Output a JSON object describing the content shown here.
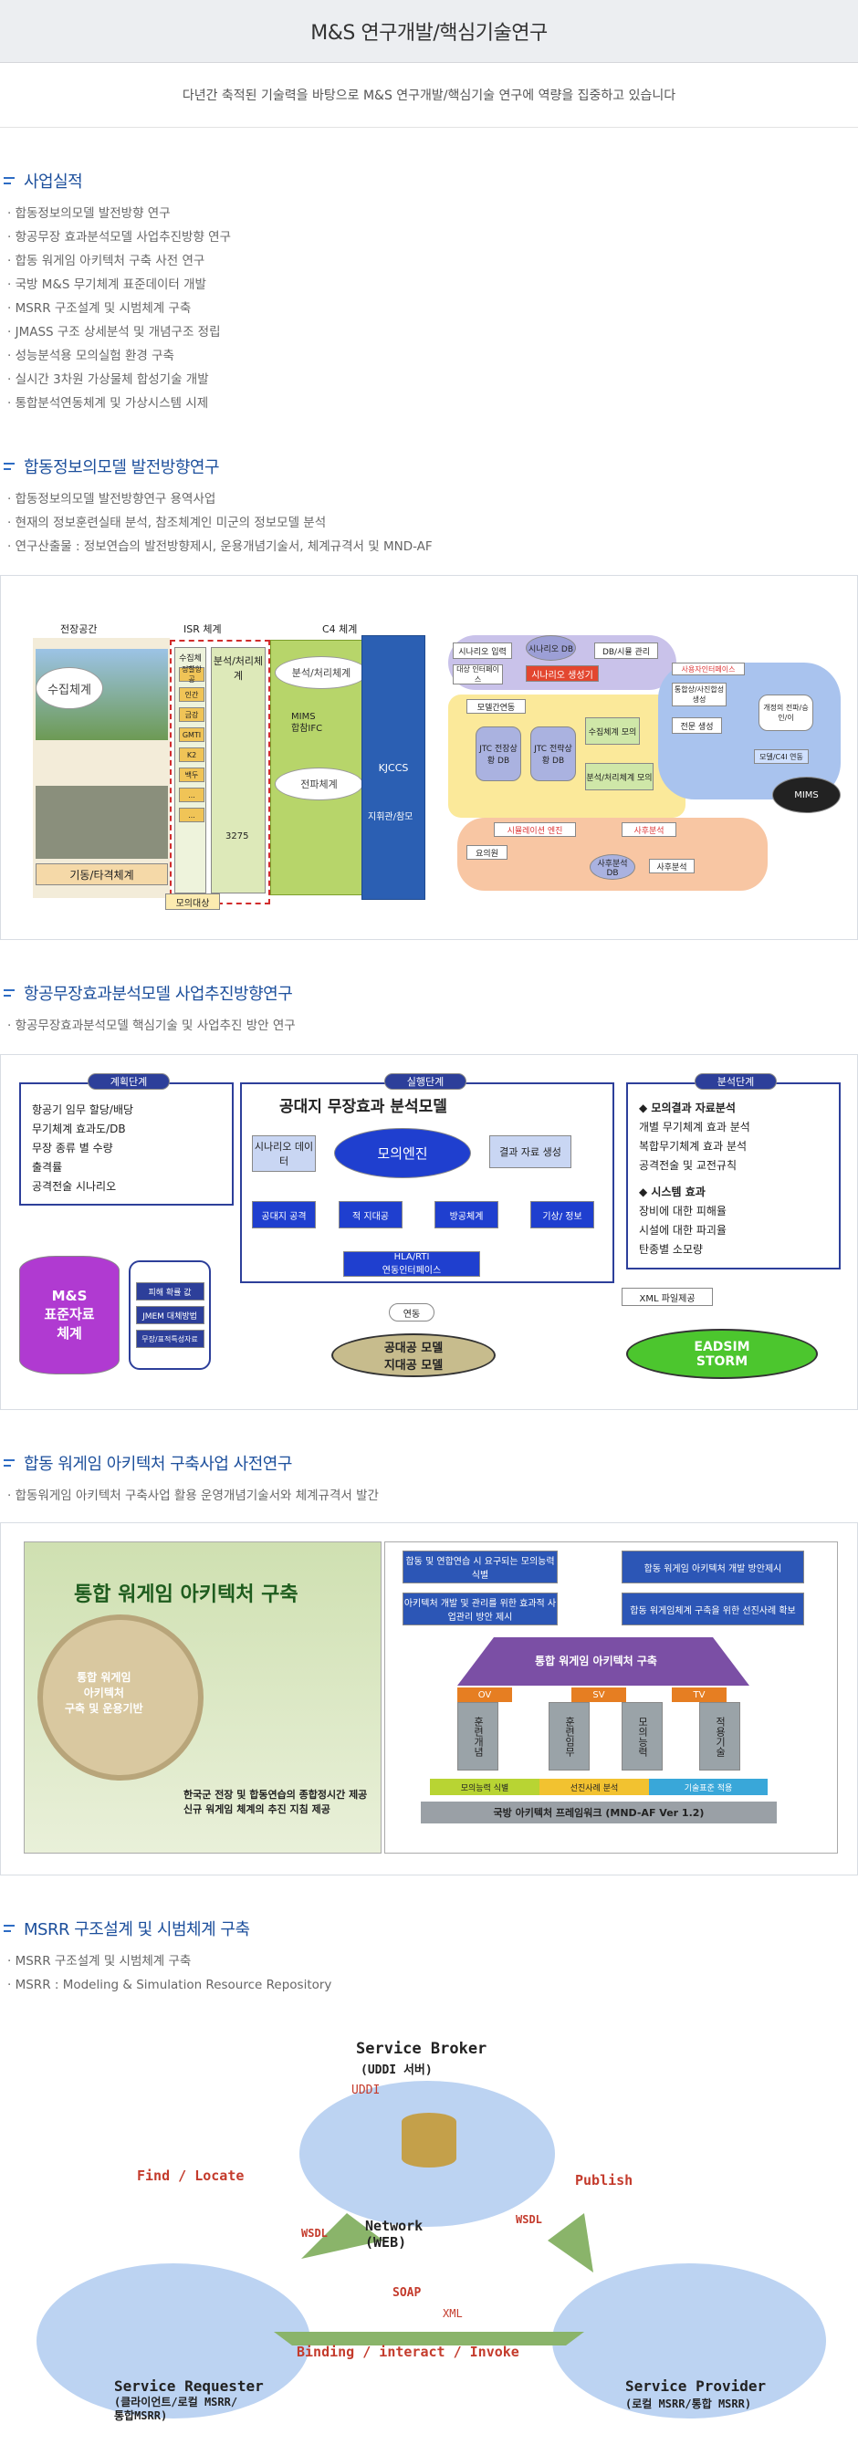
{
  "header": {
    "title": "M&S 연구개발/핵심기술연구"
  },
  "subtitle": "다년간 축적된 기술력을 바탕으로 M&S 연구개발/핵심기술 연구에 역량을 집중하고 있습니다",
  "sections": {
    "s1": {
      "title": "사업실적",
      "items": [
        "합동정보의모델 발전방향 연구",
        "항공무장 효과분석모델 사업추진방향 연구",
        "합동 워게임 아키텍처 구축 사전 연구",
        "국방 M&S 무기체계 표준데이터 개발",
        "MSRR 구조설계 및 시범체계 구축",
        "JMASS 구조 상세분석 및 개념구조 정립",
        "성능분석용 모의실험 환경 구축",
        "실시간 3차원 가상물체 합성기술 개발",
        "통합분석연동체계 및 가상시스템 시제"
      ]
    },
    "s2": {
      "title": "합동정보의모델 발전방향연구",
      "items": [
        "합동정보의모델 발전방향연구 용역사업",
        "현재의 정보훈련실태 분석, 참조체계인 미군의 정보모델 분석",
        "연구산출물 : 정보연습의 발전방향제시, 운용개념기술서, 체계규격서 및 MND-AF"
      ],
      "figure": {
        "col_labels": [
          "전장공간",
          "ISR 체계",
          "C4 체계"
        ],
        "collect": "수집체계",
        "collect_sys": "수집체계",
        "analysis": "분석/처리체계",
        "mims": "MIMS\n합참IFC",
        "spread": "전파체계",
        "kjccs": "KJCCS",
        "weapon": "기동/타격체계",
        "commander": "지휘관/참모",
        "mock_target": "모의대상",
        "isr_items": [
          "정찰항공",
          "인간",
          "금강",
          "GMTI",
          "K2",
          "백두",
          "...",
          "..."
        ],
        "model_3275": "3275",
        "right": {
          "scenario_input": "시나리오 입력",
          "scenario_db": "시나리오 DB",
          "db_manage": "DB/시뮬 관리",
          "target_interface": "대상 인터페이스",
          "scenario_gen": "시나리오 생성기",
          "user_interface": "사용자인터페이스",
          "model": "모델간연동",
          "jtc": [
            "JTC 전장상황 DB",
            "JTC 전략상황 DB"
          ],
          "collect_model": "수집체계 모의",
          "analysis_model": "분석/처리체계 모의",
          "general": "통합상/사진합성 생성",
          "intel_gen": "전문 생성",
          "spread_sim": "개정의 전파/승인/이",
          "c4_link": "모델/C4I 연동",
          "mims": "MIMS",
          "sim_engine": "시뮬레이션 엔진",
          "post": "사후분석",
          "rule_db": "요의원",
          "post_db": "사후분석 DB",
          "post_view": "사후분석"
        }
      }
    },
    "s3": {
      "title": "항공무장효과분석모델 사업추진방향연구",
      "items": [
        "항공무장효과분석모델 핵심기술 및 사업추진 방안 연구"
      ],
      "figure": {
        "plan_title": "계획단계",
        "plan_items": [
          "항공기 임무 할당/배당",
          "무기체계 효과도/DB",
          "무장 종류 별 수량",
          "출격률",
          "공격전술 시나리오"
        ],
        "exec_title": "실행단계",
        "exec_main": "공대지 무장효과 분석모델",
        "scenario_data": "시나리오 데이터",
        "sim_engine": "모의엔진",
        "result_data": "결과 자료 생성",
        "modules": [
          "공대지 공격",
          "적 지대공",
          "방공체계",
          "기상/ 정보"
        ],
        "hla": "HLA/RTI\n연동인터페이스",
        "link": "연동",
        "ext_model": "공대공 모델\n지대공 모델",
        "analysis_title": "분석단계",
        "analysis_h1": "◆ 모의결과 자료분석",
        "analysis_i1": [
          "개별 무기체계 효과 분석",
          "복합무기체계 효과 분석",
          "공격전술 및 교전규칙"
        ],
        "analysis_h2": "◆ 시스템 효과",
        "analysis_i2": [
          "장비에 대한 피해율",
          "시설에 대한 파괴율",
          "탄종별 소모량"
        ],
        "db": "M&S\n표준자료\n체계",
        "jmem_top": "피해 확률 값",
        "jmem": "JMEM 대체방법",
        "jmem_bottom": "무장/표적특성자료",
        "xml": "XML 파일제공",
        "eadsim": "EADSIM\nSTORM"
      }
    },
    "s4": {
      "title": "합동 워게임 아키텍처 구축사업 사전연구",
      "items": [
        "합동워게임 아키텍처 구축사업 활용 운영개념기술서와 체계규격서 발간"
      ],
      "figure": {
        "left_title": "통합 워게임 아키텍처 구축",
        "left_caption": "한국군 전장 및 합동연습의 종합정시간 제공\n신규 워게임 체계의 추진 지침 제공",
        "clock_text": "통합 워게임\n아키텍처\n구축 및 운용기반",
        "top_boxes": [
          "합동 및 연합연습 시 요구되는 모의능력 식별",
          "합동 워게임 아키텍처 개발 방안제시",
          "아키텍처 개발 및 관리를 위한 효과적 사업관리 방안 제시",
          "합동 워게임체계 구축을 위한 선진사례 확보"
        ],
        "roof": "통합 워게임 아키텍처 구축",
        "pillars_caps": [
          "OV",
          "SV",
          "TV"
        ],
        "pillars": [
          "훈련개념",
          "훈련임무",
          "모의능력",
          "적용기술"
        ],
        "floor": [
          "모의능력 식별",
          "선진사례 분석",
          "기술표준 적용"
        ],
        "base": "국방 아키텍처 프레임워크 (MND-AF Ver 1.2)"
      }
    },
    "s5": {
      "title": "MSRR 구조설계 및 시범체계 구축",
      "items": [
        "MSRR 구조설계 및 시범체계 구축",
        "MSRR : Modeling & Simulation Resource Repository"
      ],
      "figure": {
        "broker": "Service Broker",
        "broker_sub": "(UDDI 서버)",
        "uddi": "UDDI",
        "find": "Find / Locate",
        "publish": "Publish",
        "network": "Network\n(WEB)",
        "wsdl": "WSDL",
        "soap": "SOAP",
        "xml": "XML",
        "binding": "Binding / interact / Invoke",
        "requester": "Service Requester",
        "requester_sub": "(클라이언트/로컬 MSRR/\n통합MSRR)",
        "provider": "Service Provider",
        "provider_sub": "(로컬 MSRR/통합 MSRR)"
      }
    }
  }
}
